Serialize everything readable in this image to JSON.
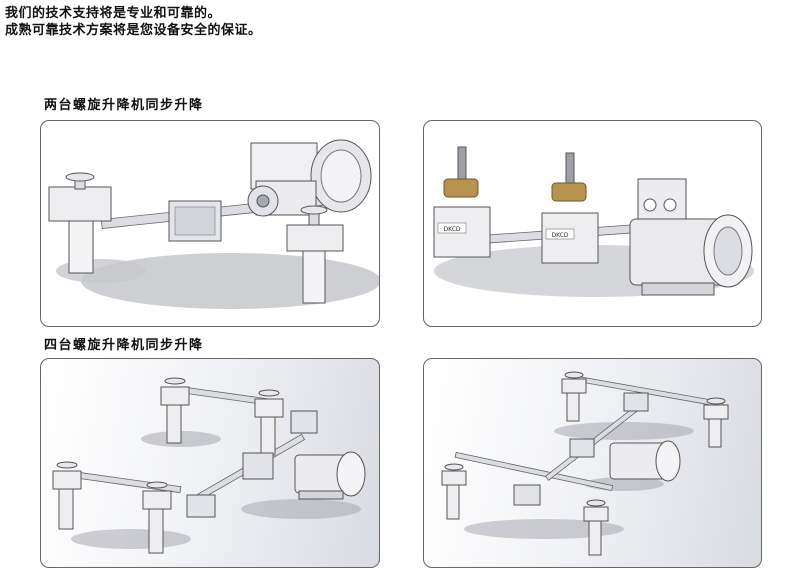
{
  "intro": {
    "line1": "我们的技术支持将是专业和可靠的。",
    "line2": "成熟可靠技术方案将是您设备安全的保证。"
  },
  "sections": [
    {
      "title": "两台螺旋升降机同步升降"
    },
    {
      "title": "四台螺旋升降机同步升降"
    }
  ],
  "panels": [
    {
      "name": "two-jack-assembly-view-a"
    },
    {
      "name": "two-jack-assembly-view-b",
      "nameplate_text": "DKCD"
    },
    {
      "name": "four-jack-assembly-view-a"
    },
    {
      "name": "four-jack-assembly-view-b"
    }
  ],
  "colors": {
    "metal": "#e6e6ea",
    "shadow": "#8e8f96",
    "bronze": "#b8934f",
    "outline": "#555555"
  }
}
